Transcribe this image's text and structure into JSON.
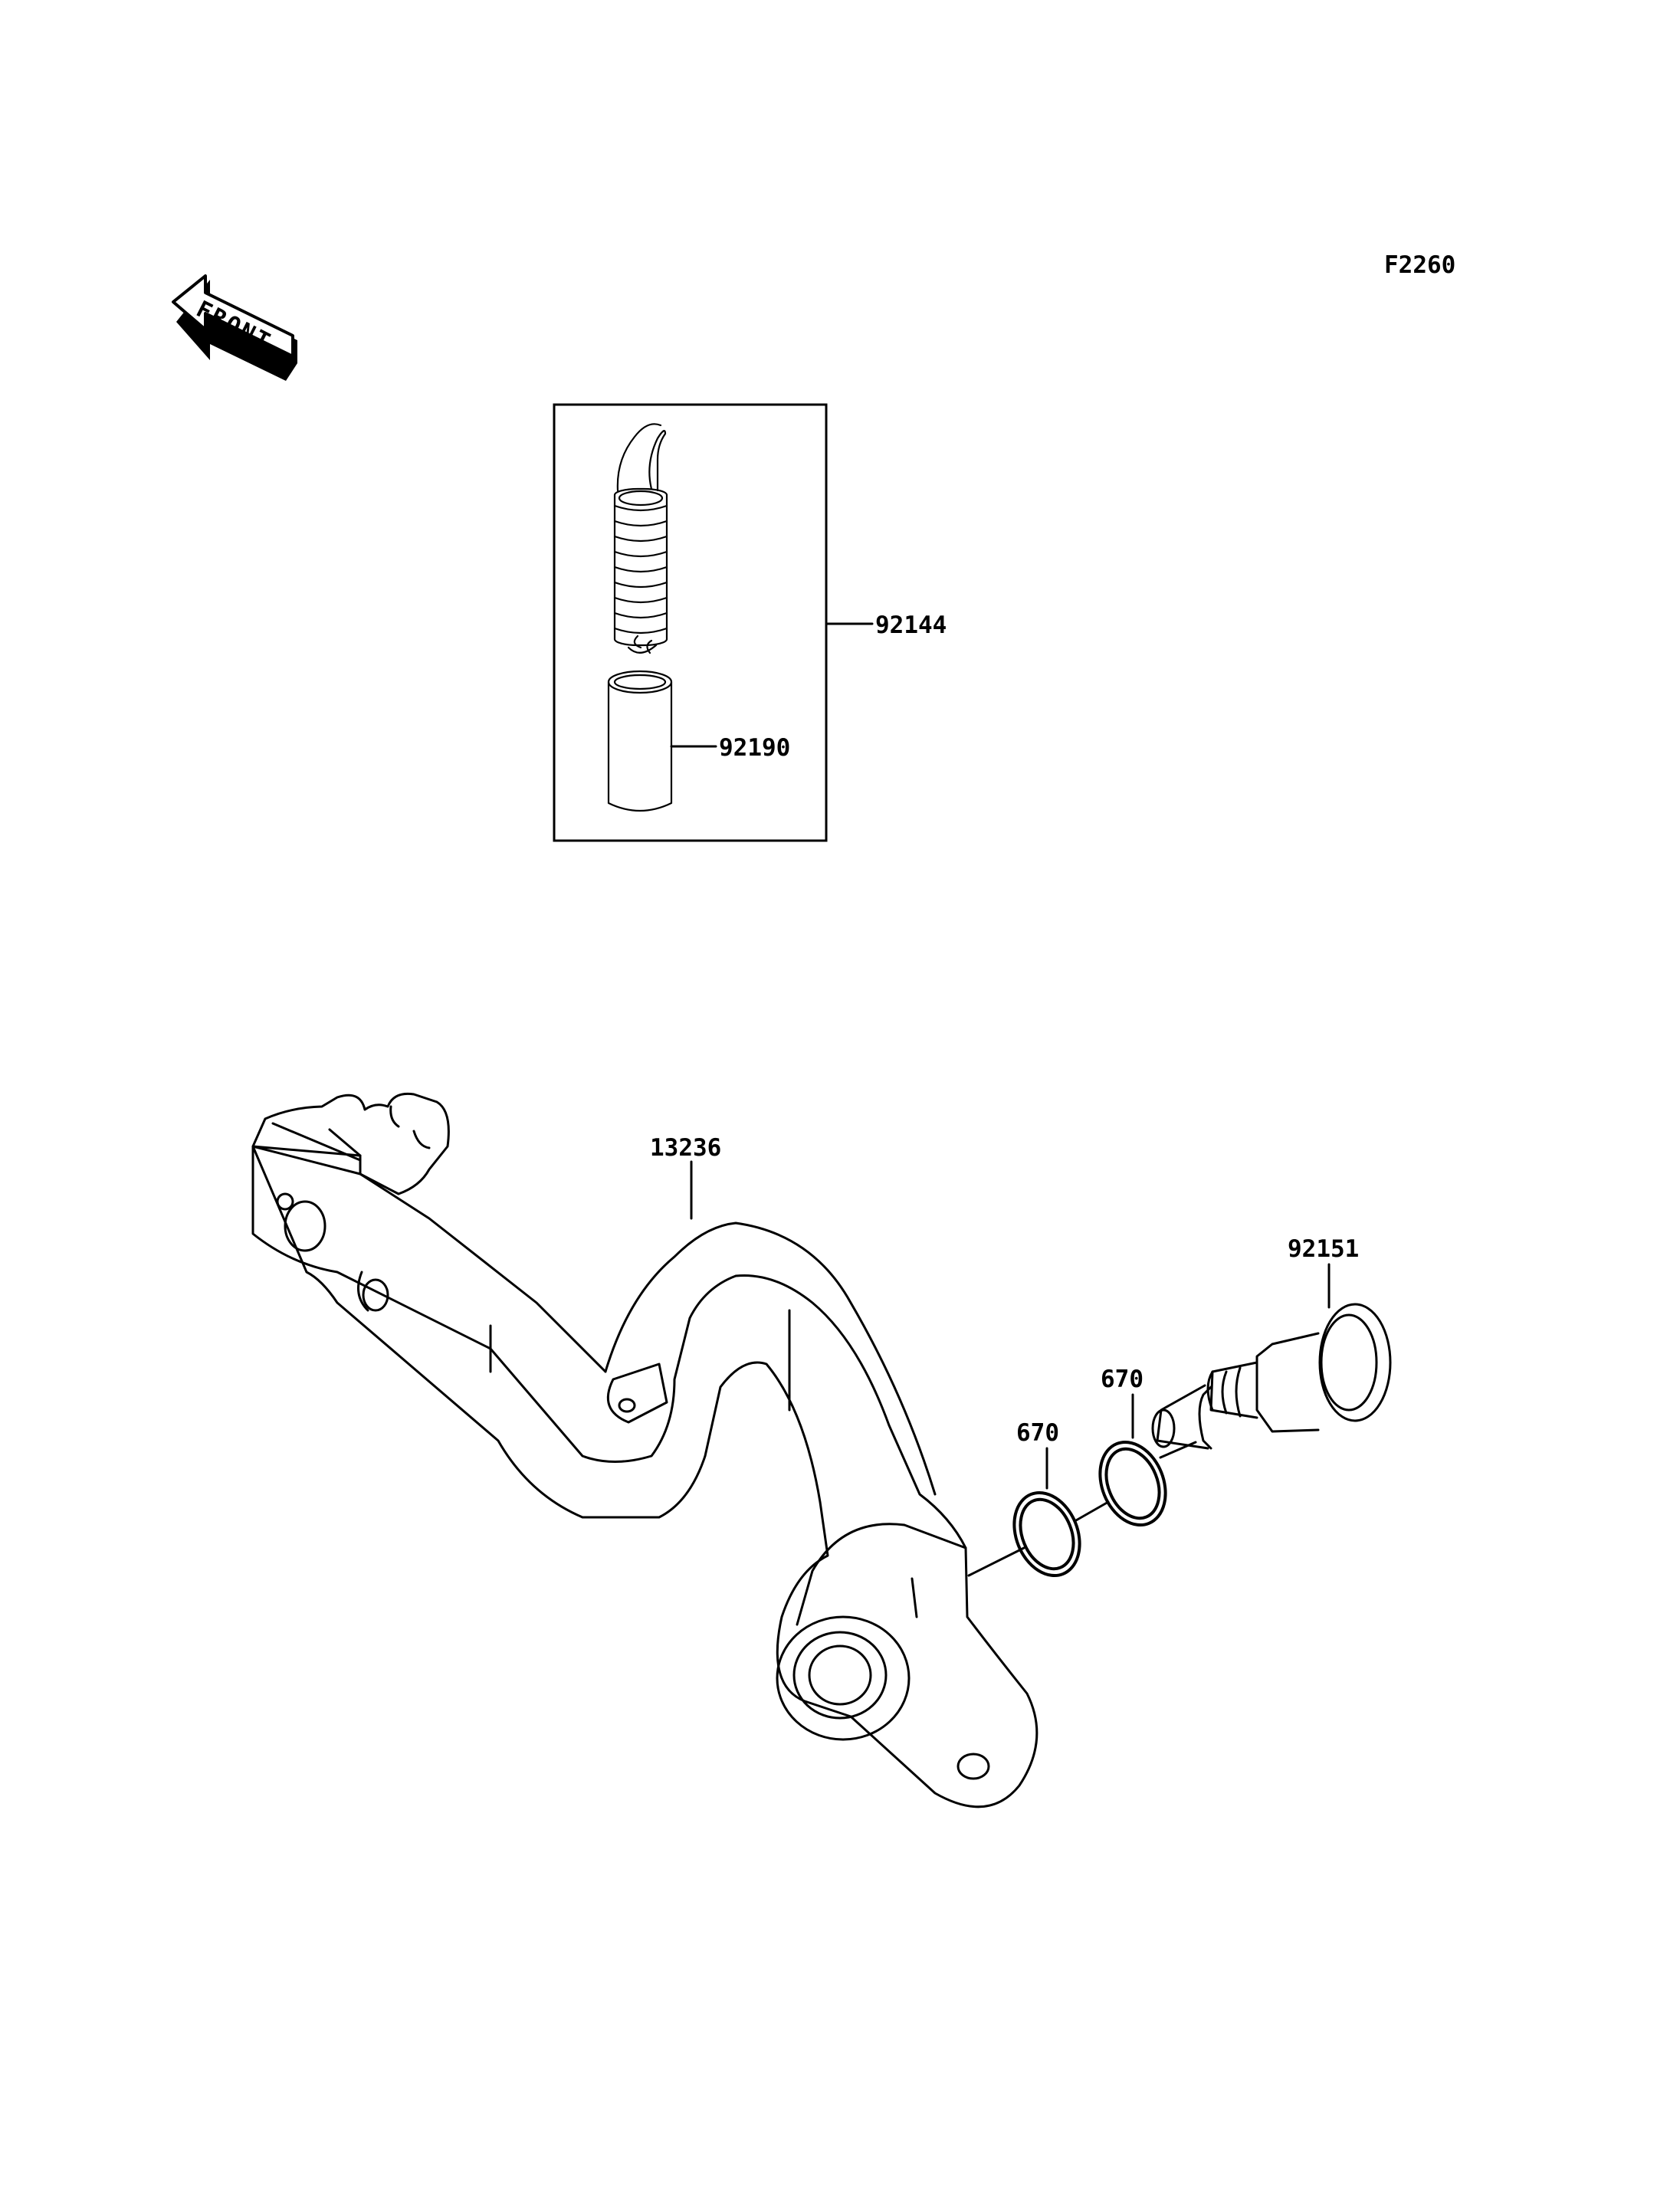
{
  "figure_code": "F2260",
  "front_arrow_text": "FRONT",
  "parts": {
    "kit_92144": "92144",
    "spring_collar_92190": "92190",
    "pedal_13236": "13236",
    "shaft_92151": "92151",
    "oring_a_670": "670",
    "oring_b_670": "670"
  }
}
